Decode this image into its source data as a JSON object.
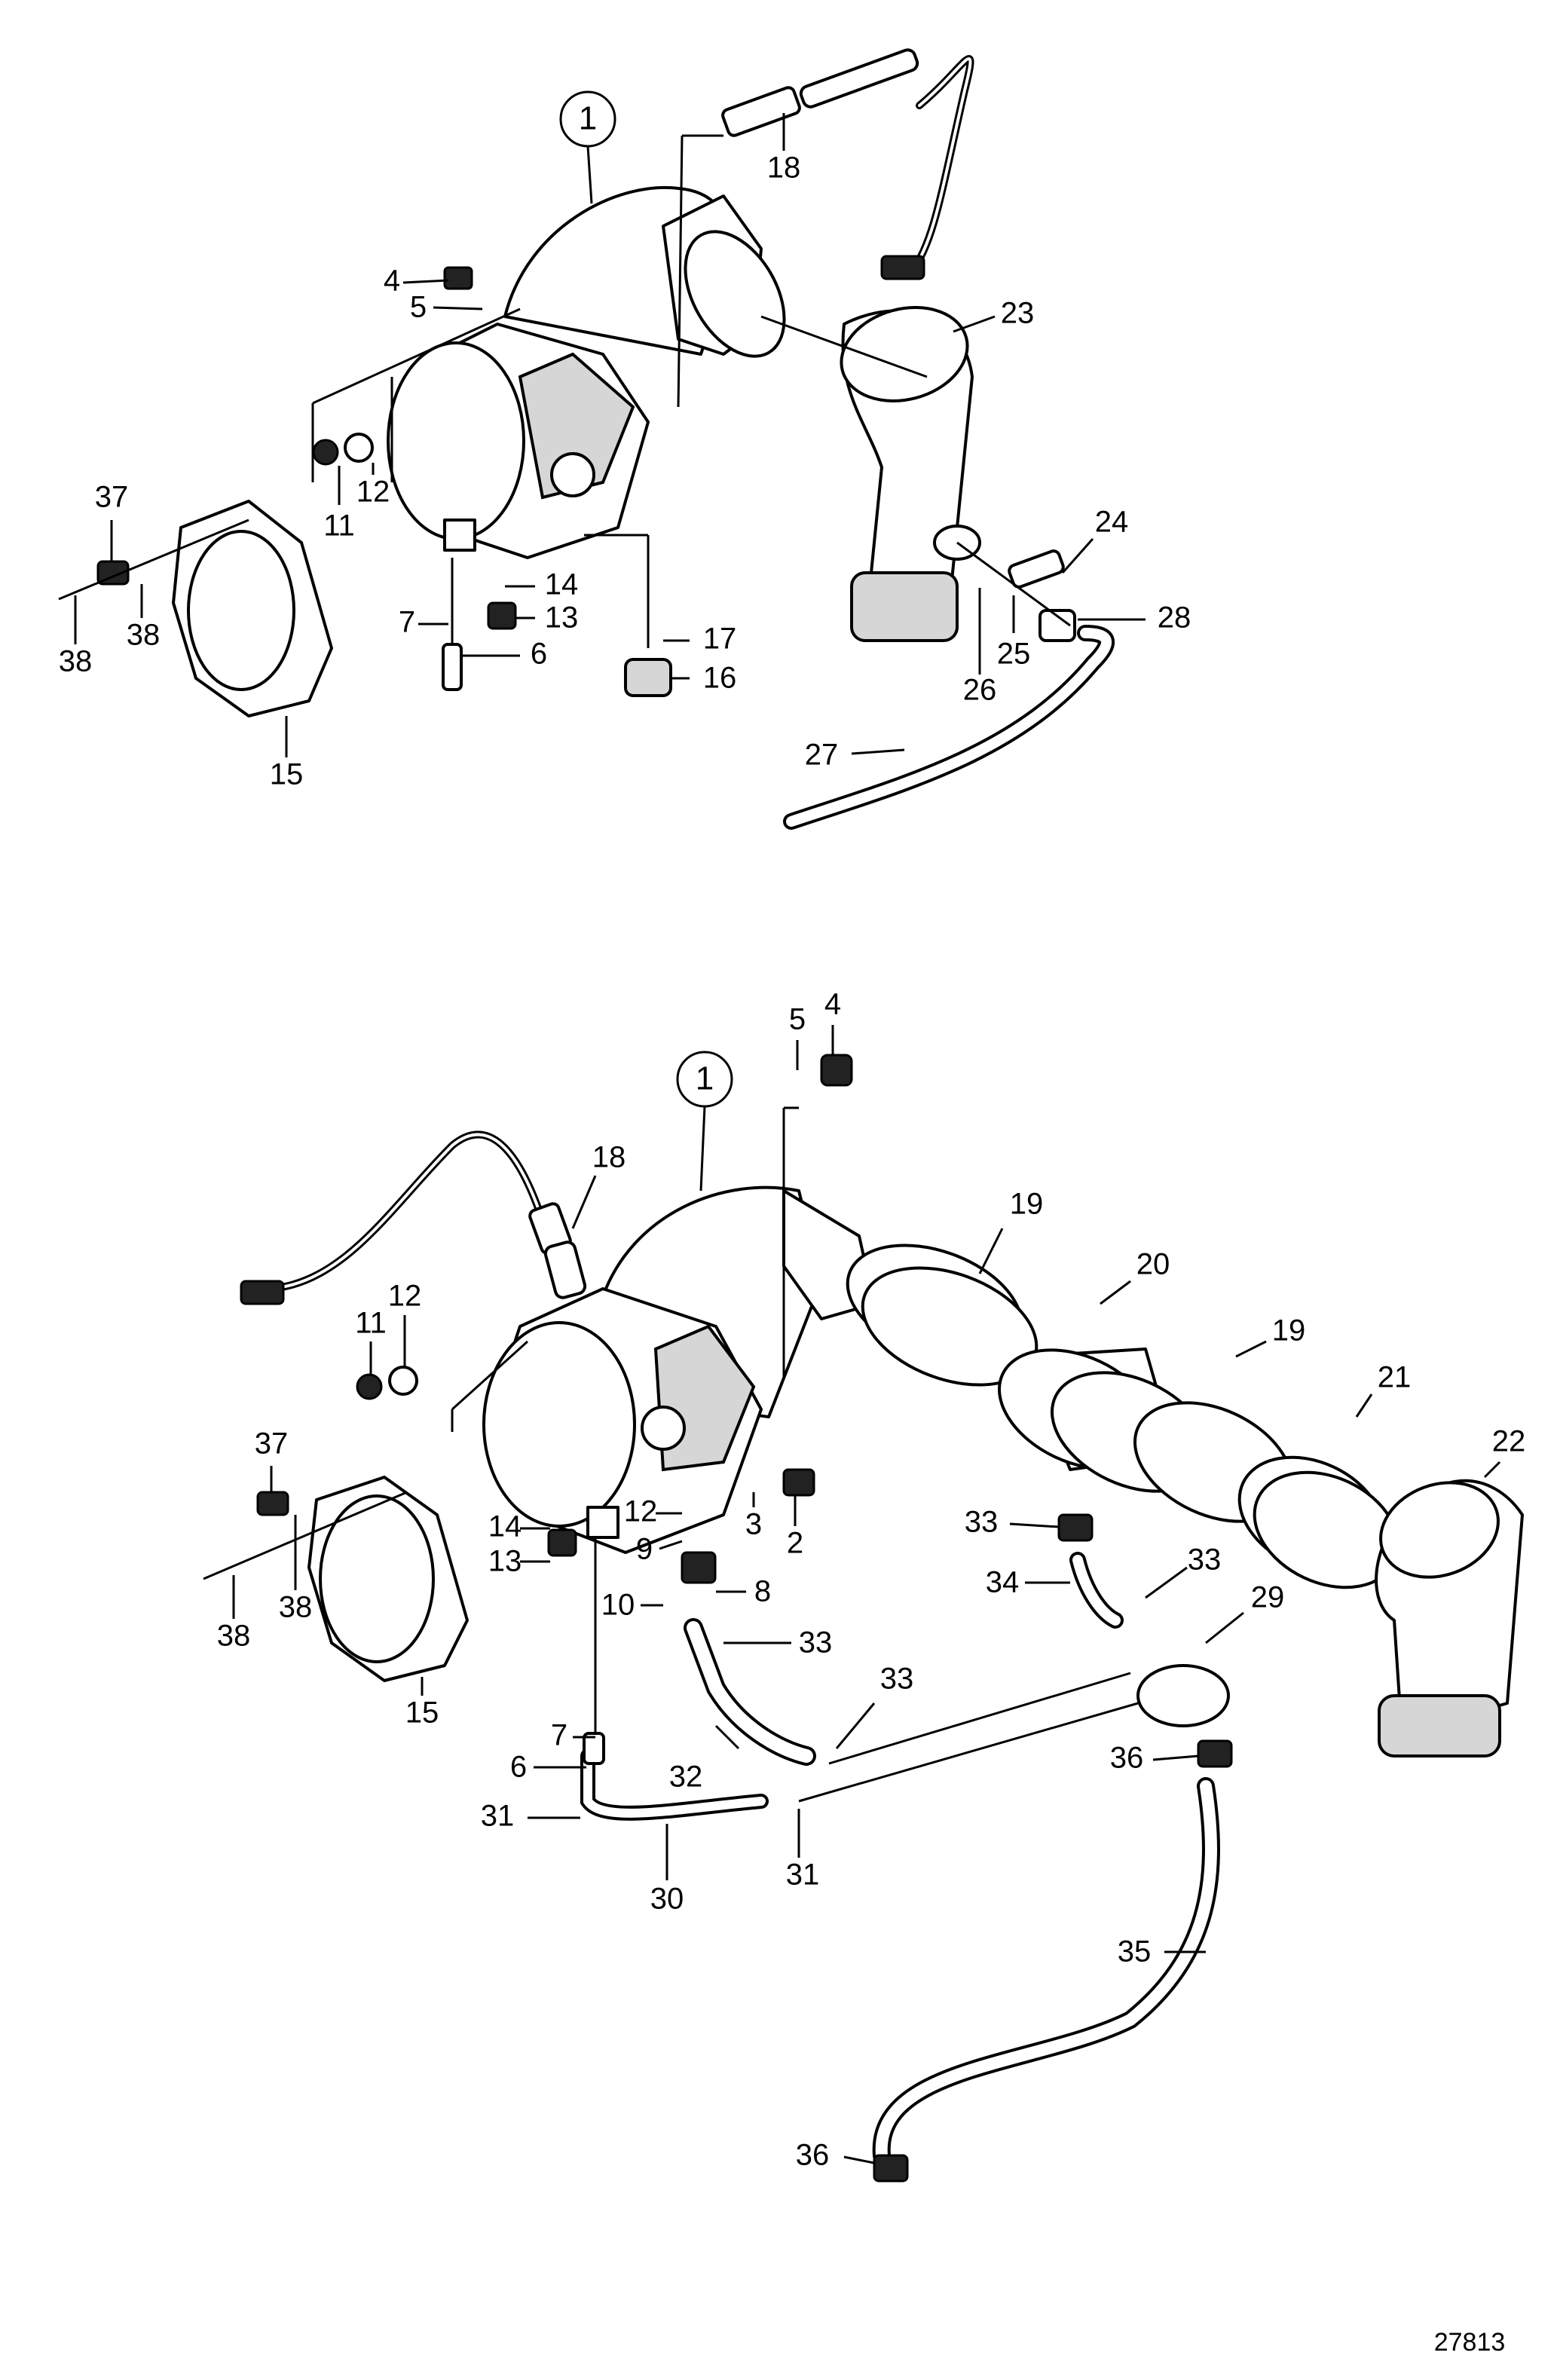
{
  "figure": {
    "number": "27813"
  },
  "upper_view": {
    "labels": [
      "1",
      "18",
      "23",
      "4",
      "5",
      "11",
      "12",
      "37",
      "38",
      "38",
      "15",
      "14",
      "13",
      "7",
      "6",
      "17",
      "16",
      "24",
      "25",
      "26",
      "27",
      "28"
    ]
  },
  "lower_view": {
    "labels": [
      "1",
      "4",
      "5",
      "18",
      "19",
      "20",
      "19",
      "21",
      "22",
      "11",
      "12",
      "37",
      "38",
      "38",
      "15",
      "14",
      "13",
      "12",
      "9",
      "10",
      "8",
      "3",
      "2",
      "33",
      "33",
      "34",
      "33",
      "29",
      "33",
      "32",
      "7",
      "6",
      "31",
      "30",
      "31",
      "36",
      "35",
      "36"
    ]
  }
}
